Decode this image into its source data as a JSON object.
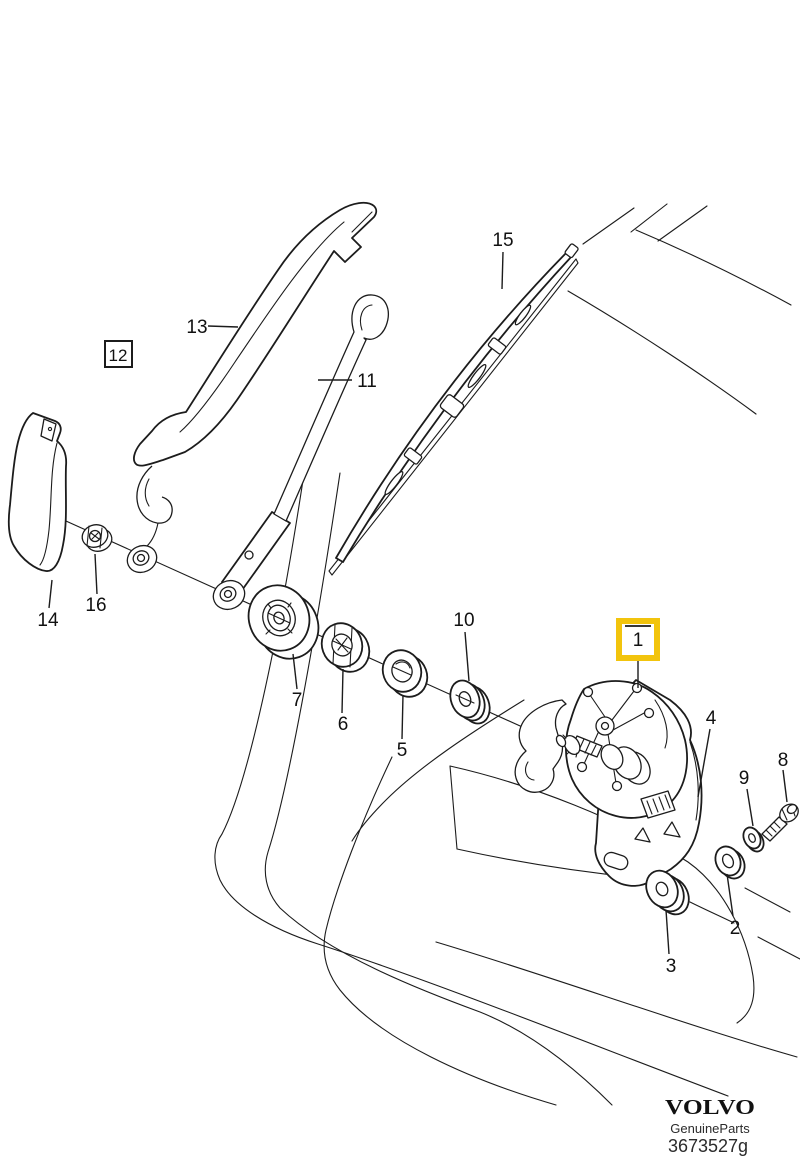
{
  "page": {
    "background": "#ffffff",
    "ink_color": "#1c1c1c",
    "highlight_color": "#f2c40d"
  },
  "diagram": {
    "type": "exploded-parts-diagram",
    "callouts": [
      {
        "label": "1",
        "style": "boxed-highlighted"
      },
      {
        "label": "2",
        "style": "plain"
      },
      {
        "label": "3",
        "style": "plain"
      },
      {
        "label": "4",
        "style": "plain"
      },
      {
        "label": "5",
        "style": "plain"
      },
      {
        "label": "6",
        "style": "plain"
      },
      {
        "label": "7",
        "style": "plain"
      },
      {
        "label": "8",
        "style": "plain"
      },
      {
        "label": "9",
        "style": "plain"
      },
      {
        "label": "10",
        "style": "plain"
      },
      {
        "label": "11",
        "style": "plain"
      },
      {
        "label": "12",
        "style": "boxed"
      },
      {
        "label": "13",
        "style": "plain"
      },
      {
        "label": "14",
        "style": "plain"
      },
      {
        "label": "15",
        "style": "plain"
      },
      {
        "label": "16",
        "style": "plain"
      }
    ]
  },
  "footer": {
    "brand": "VOLVO",
    "subtitle": "GenuineParts",
    "part_number": "3673527g"
  }
}
